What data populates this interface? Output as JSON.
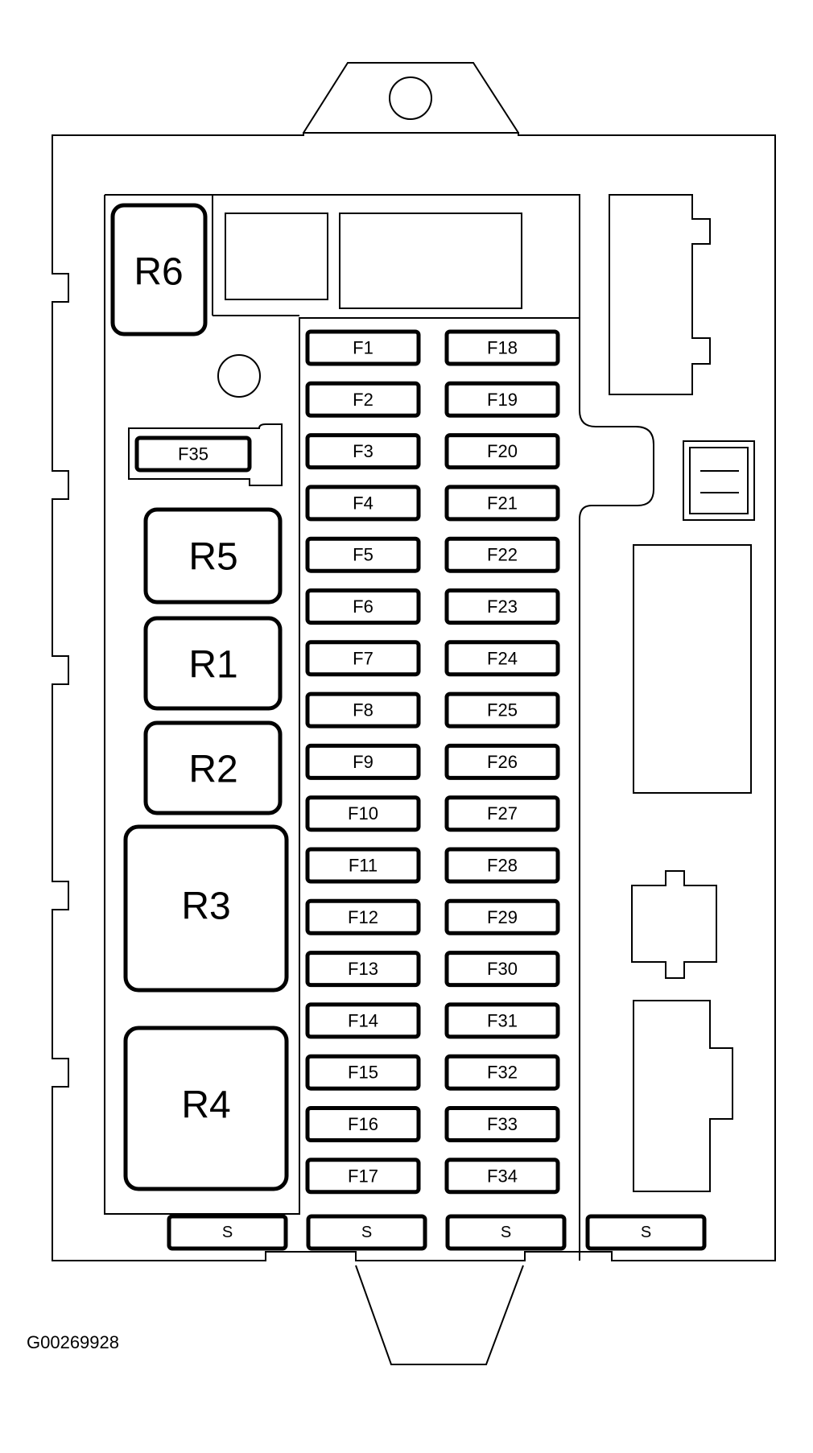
{
  "relays": [
    "R6",
    "R5",
    "R1",
    "R2",
    "R3",
    "R4"
  ],
  "fuses_left": [
    "F1",
    "F2",
    "F3",
    "F4",
    "F5",
    "F6",
    "F7",
    "F8",
    "F9",
    "F10",
    "F11",
    "F12",
    "F13",
    "F14",
    "F15",
    "F16",
    "F17"
  ],
  "fuses_right": [
    "F18",
    "F19",
    "F20",
    "F21",
    "F22",
    "F23",
    "F24",
    "F25",
    "F26",
    "F27",
    "F28",
    "F29",
    "F30",
    "F31",
    "F32",
    "F33",
    "F34"
  ],
  "fuse_side": "F35",
  "spare_fuses": [
    "S",
    "S",
    "S",
    "S"
  ],
  "caption": "G00269928"
}
